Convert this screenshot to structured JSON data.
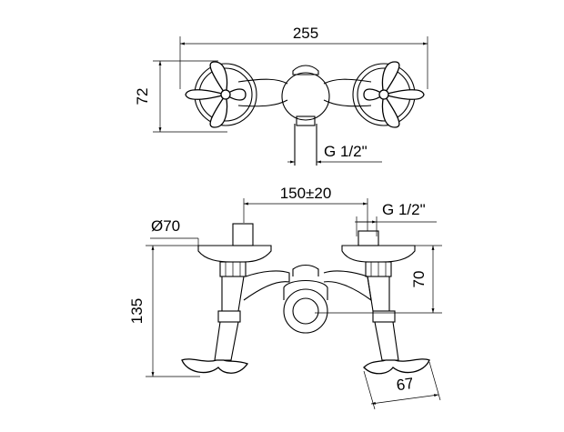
{
  "drawing": {
    "top_view": {
      "width_label": "255",
      "height_label": "72",
      "connection_label": "G 1/2\""
    },
    "front_view": {
      "spacing_label": "150±20",
      "connection_label": "G 1/2\"",
      "diameter_label": "Ø70",
      "total_height_label": "135",
      "inlet_height_label": "70",
      "handle_width_label": "67"
    }
  }
}
